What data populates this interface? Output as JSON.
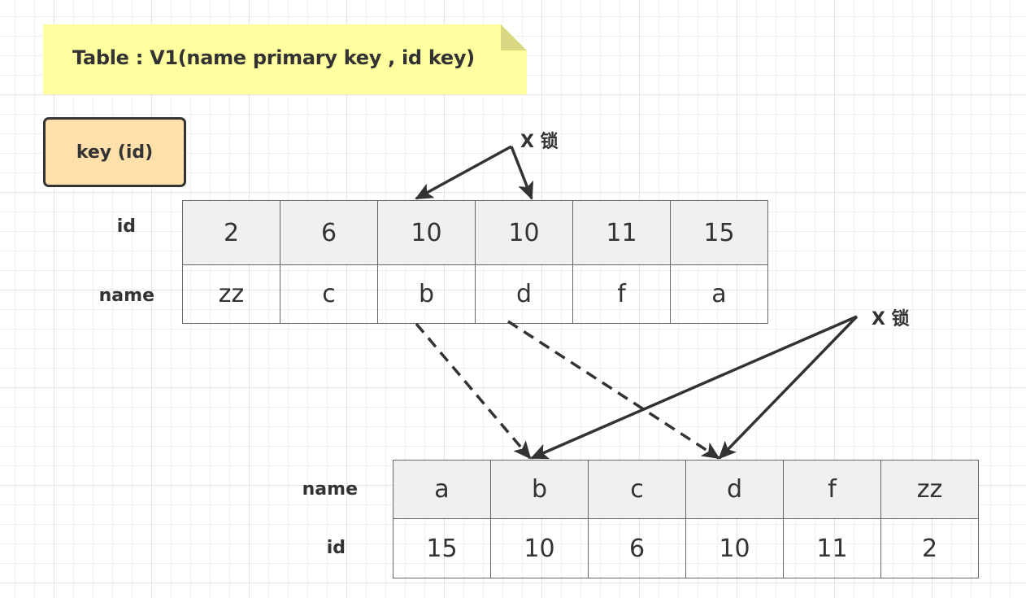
{
  "note": {
    "title": "Table : V1(name primary key , id key)"
  },
  "key_box": {
    "label": "key (id)"
  },
  "index_table": {
    "row_labels": {
      "id": "id",
      "name": "name"
    },
    "id": [
      "2",
      "6",
      "10",
      "10",
      "11",
      "15"
    ],
    "name": [
      "zz",
      "c",
      "b",
      "d",
      "f",
      "a"
    ]
  },
  "primary_table": {
    "row_labels": {
      "name": "name",
      "id": "id"
    },
    "name": [
      "a",
      "b",
      "c",
      "d",
      "f",
      "zz"
    ],
    "id": [
      "15",
      "10",
      "6",
      "10",
      "11",
      "2"
    ]
  },
  "locks": [
    {
      "label": "X 锁"
    },
    {
      "label": "X 锁"
    }
  ],
  "colors": {
    "note_fill": "#ffffa0",
    "note_fold": "#d8d883",
    "key_fill": "#ffdfaa",
    "cell_shaded": "#f0f0f0",
    "stroke": "#333333"
  }
}
